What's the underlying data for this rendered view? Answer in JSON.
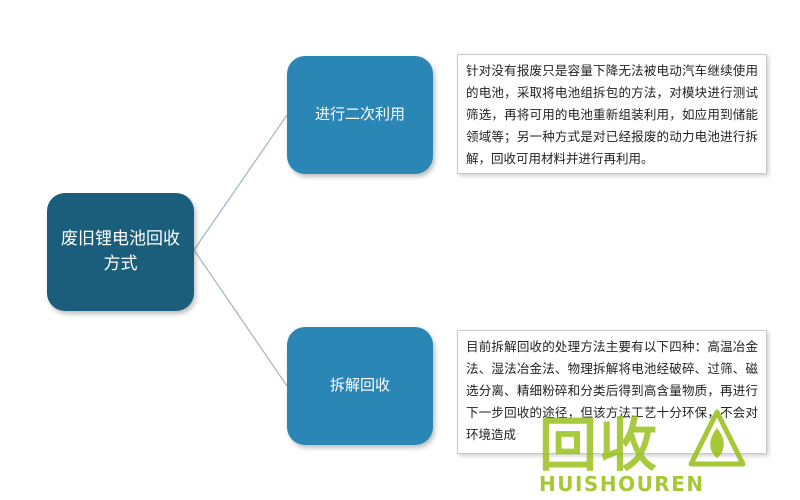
{
  "diagram": {
    "root": {
      "label": "废旧锂电池回收方式"
    },
    "branches": [
      {
        "label": "进行二次利用",
        "description": "针对没有报废只是容量下降无法被电动汽车继续使用的电池，采取将电池组拆包的方法，对模块进行测试筛选，再将可用的电池重新组装利用，如应用到储能领域等；另一种方式是对已经报废的动力电池进行拆解，回收可用材料并进行再利用。"
      },
      {
        "label": "拆解回收",
        "description": "目前拆解回收的处理方法主要有以下四种：高温冶金法、湿法冶金法、物理拆解将电池经破碎、过筛、磁选分离、精细粉碎和分类后得到高含量物质，再进行下一步回收的途径，但该方法工艺十分环保，不会对环境造成"
      }
    ]
  },
  "watermark": {
    "text": "回收",
    "subtext": "HUISHOUREN",
    "icon": "leaf-logo-icon",
    "color": "#96be14"
  },
  "colors": {
    "root": "#1b5e7c",
    "branch": "#2a86b5",
    "connector": "#9fb7c4"
  }
}
